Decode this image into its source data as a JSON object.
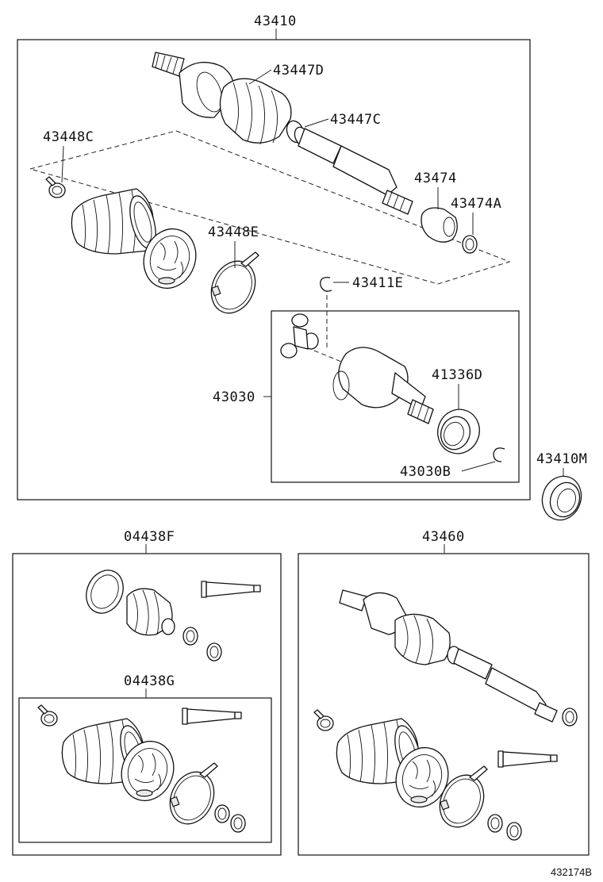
{
  "diagram_code": "432174B",
  "assemblies": {
    "drive_shaft": {
      "part_no": "43410",
      "parts": {
        "boot_outboard": "43447D",
        "clamp_outboard": "43447C",
        "clamp_small": "43448C",
        "damper": "43474",
        "clip": "43474A",
        "band": "43448E",
        "snap_ring": "43411E",
        "inboard_joint": "43030",
        "seal": "41336D",
        "circlip": "43030B"
      }
    },
    "bearing": {
      "part_no": "43410M"
    },
    "boot_kit_outboard": {
      "part_no": "04438F"
    },
    "boot_kit_inboard": {
      "part_no": "04438G"
    },
    "outboard_joint_assy": {
      "part_no": "43460"
    }
  }
}
